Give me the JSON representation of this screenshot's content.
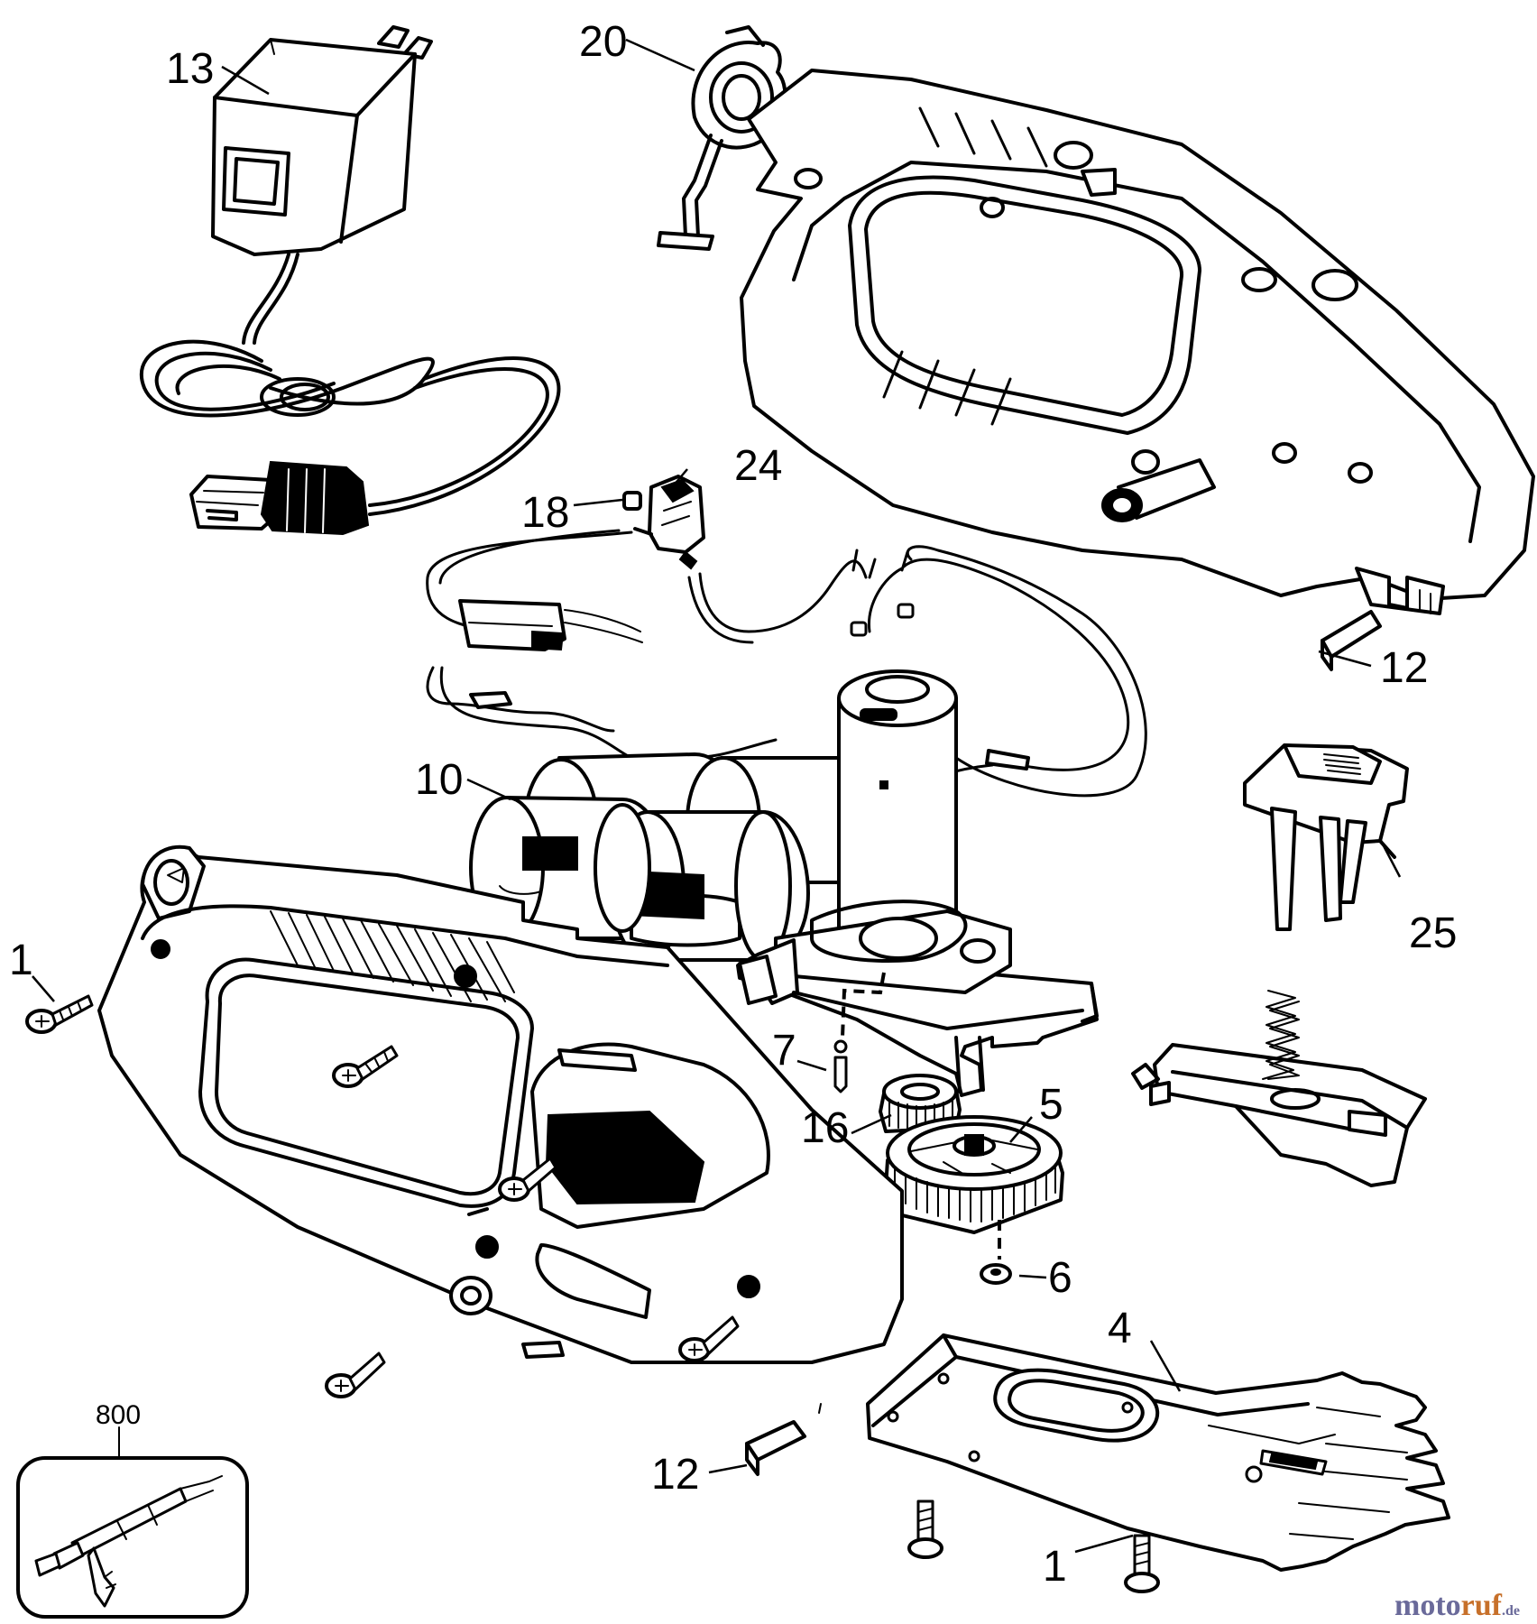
{
  "diagram": {
    "labels": {
      "l13": "13",
      "l20": "20",
      "l24": "24",
      "l18": "18",
      "l12a": "12",
      "l10": "10",
      "l25": "25",
      "l1a": "1",
      "l7": "7",
      "l16": "16",
      "l5": "5",
      "l6": "6",
      "l4": "4",
      "l12b": "12",
      "l1b": "1",
      "l800": "800"
    },
    "watermark": {
      "part1": "moto",
      "part2": "ruf",
      "suffix": ".de"
    }
  }
}
